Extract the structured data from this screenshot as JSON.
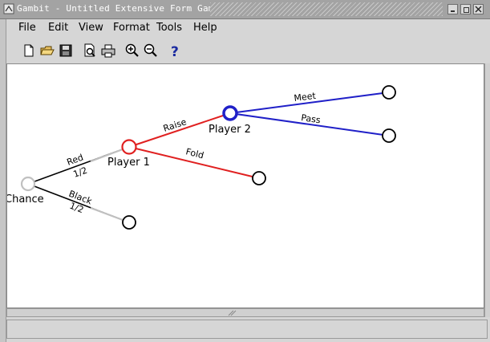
{
  "window": {
    "title": "Gambit - Untitled Extensive Form Game",
    "buttons": [
      "minimize",
      "maximize",
      "close"
    ]
  },
  "menu": [
    "File",
    "Edit",
    "View",
    "Format",
    "Tools",
    "Help"
  ],
  "toolbar": {
    "icons": [
      "new-file-icon",
      "open-folder-icon",
      "save-icon",
      "print-preview-icon",
      "print-icon",
      "zoom-in-icon",
      "zoom-out-icon",
      "help-icon"
    ]
  },
  "tree": {
    "colors": {
      "chance": "#c0c0c0",
      "player1": "#e02020",
      "player2": "#2020c8",
      "terminal": "#000000"
    },
    "nodes": {
      "chance": "Chance",
      "player1": "Player 1",
      "player2": "Player 2"
    },
    "branches": {
      "red": {
        "label": "Red",
        "prob": "1/2"
      },
      "black": {
        "label": "Black",
        "prob": "1/2"
      },
      "raise": "Raise",
      "fold": "Fold",
      "meet": "Meet",
      "pass": "Pass"
    }
  },
  "status": ""
}
